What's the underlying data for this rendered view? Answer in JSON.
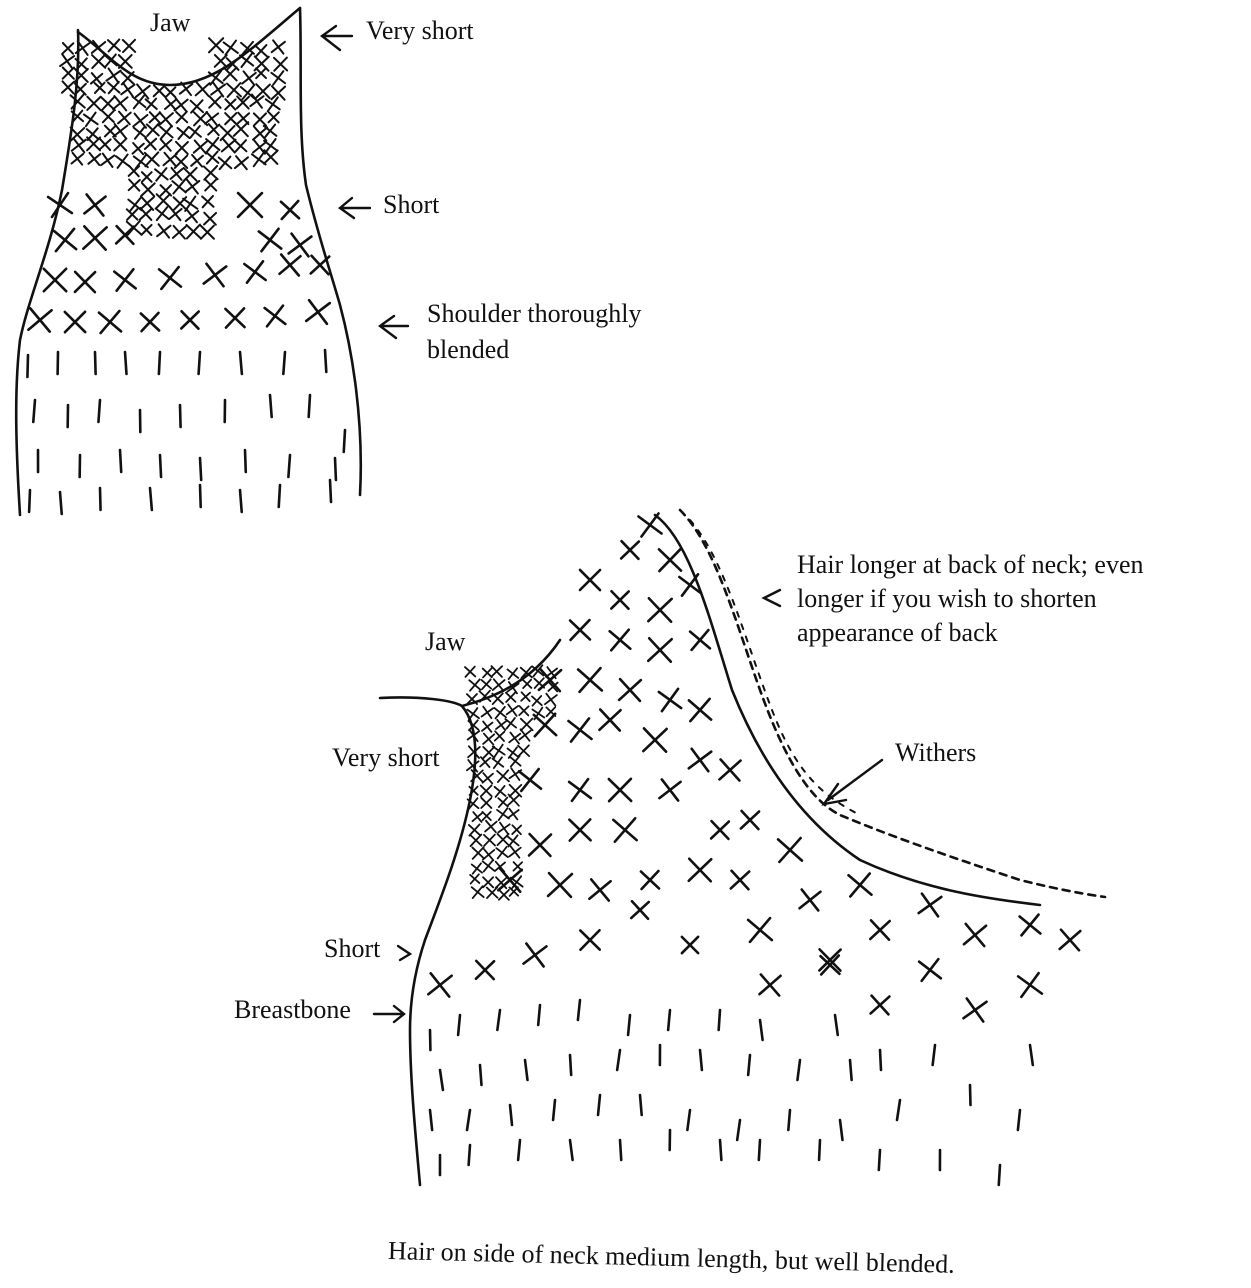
{
  "top_figure": {
    "label_jaw": "Jaw",
    "label_very_short": "Very short",
    "label_short": "Short",
    "label_shoulder_line1": "Shoulder thoroughly",
    "label_shoulder_line2": "blended"
  },
  "bottom_figure": {
    "label_jaw": "Jaw",
    "label_very_short": "Very short",
    "label_short": "Short",
    "label_breastbone": "Breastbone",
    "label_hair_longer_line1": "Hair longer at back of neck; even",
    "label_hair_longer_line2": "longer if you wish to shorten",
    "label_hair_longer_line3": "appearance of back",
    "label_withers": "Withers"
  },
  "caption": "Hair on side of neck medium length, but well blended.",
  "colors": {
    "ink": "#111111",
    "paper": "#ffffff"
  }
}
